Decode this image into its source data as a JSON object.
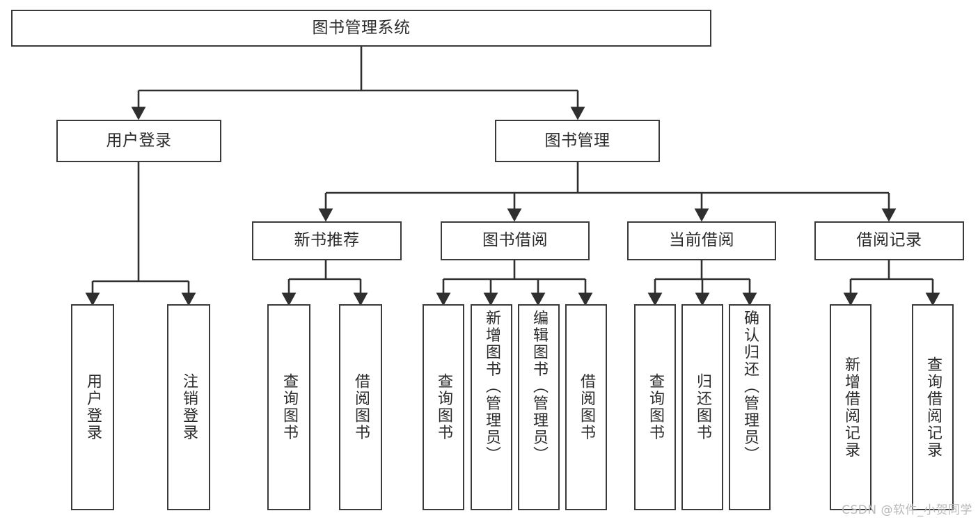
{
  "diagram": {
    "type": "tree",
    "title": "图书管理系统",
    "root": {
      "id": "root",
      "label": "图书管理系统"
    },
    "level2": [
      {
        "id": "user-login",
        "label": "用户登录"
      },
      {
        "id": "book-manage",
        "label": "图书管理"
      }
    ],
    "level3": [
      {
        "id": "new-book-rec",
        "label": "新书推荐",
        "parent": "book-manage"
      },
      {
        "id": "book-borrow",
        "label": "图书借阅",
        "parent": "book-manage"
      },
      {
        "id": "current-borrow",
        "label": "当前借阅",
        "parent": "book-manage"
      },
      {
        "id": "borrow-record",
        "label": "借阅记录",
        "parent": "book-manage"
      }
    ],
    "leaves": [
      {
        "id": "leaf-user-login",
        "label": "用户登录",
        "parent": "user-login"
      },
      {
        "id": "leaf-logout",
        "label": "注销登录",
        "parent": "user-login"
      },
      {
        "id": "leaf-query-book-1",
        "label": "查询图书",
        "parent": "new-book-rec"
      },
      {
        "id": "leaf-borrow-book-1",
        "label": "借阅图书",
        "parent": "new-book-rec"
      },
      {
        "id": "leaf-query-book-2",
        "label": "查询图书",
        "parent": "book-borrow"
      },
      {
        "id": "leaf-add-book",
        "label": "新增图书（管理员）",
        "parent": "book-borrow"
      },
      {
        "id": "leaf-edit-book",
        "label": "编辑图书（管理员）",
        "parent": "book-borrow"
      },
      {
        "id": "leaf-borrow-book-2",
        "label": "借阅图书",
        "parent": "book-borrow"
      },
      {
        "id": "leaf-query-book-3",
        "label": "查询图书",
        "parent": "current-borrow"
      },
      {
        "id": "leaf-return-book",
        "label": "归还图书",
        "parent": "current-borrow"
      },
      {
        "id": "leaf-confirm-return",
        "label": "确认归还（管理员）",
        "parent": "current-borrow"
      },
      {
        "id": "leaf-add-record",
        "label": "新增借阅记录",
        "parent": "borrow-record"
      },
      {
        "id": "leaf-query-record",
        "label": "查询借阅记录",
        "parent": "borrow-record"
      }
    ],
    "colors": {
      "box_border": "#3a3a3a",
      "box_fill": "#ffffff",
      "text": "#2b2b2b",
      "connector": "#2f2f2f",
      "watermark": "#b9b9b9"
    }
  },
  "watermark": {
    "text": "CSDN @软件_小贺同学"
  }
}
